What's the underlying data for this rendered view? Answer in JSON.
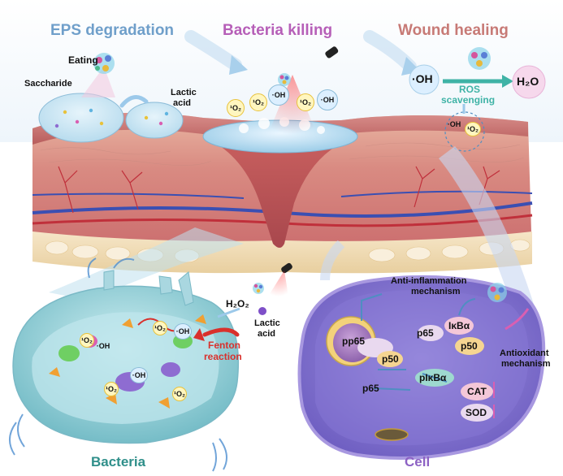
{
  "headers": {
    "eps_degradation": "EPS degradation",
    "bacteria_killing": "Bacteria killing",
    "wound_healing": "Wound healing"
  },
  "labels": {
    "eating": "Eating",
    "saccharide": "Saccharide",
    "lactic_acid_top_line1": "Lactic",
    "lactic_acid_top_line2": "acid",
    "hydroxyl": "·OH",
    "singlet_oxygen": "¹O₂",
    "water": "H₂O",
    "ros_line1": "ROS",
    "ros_line2": "scavenging",
    "h2o2": "H₂O₂",
    "lactic_acid_mid_line1": "Lactic",
    "lactic_acid_mid_line2": "acid",
    "fenton_line1": "Fenton",
    "fenton_line2": "reaction",
    "anti_inflammation_line1": "Anti-inflammation",
    "anti_inflammation_line2": "mechanism",
    "antioxidant_line1": "Antioxidant",
    "antioxidant_line2": "mechanism",
    "bacteria": "Bacteria",
    "cell": "Cell"
  },
  "proteins": {
    "pp65": "pp65",
    "p65_a": "p65",
    "p50_a": "p50",
    "p65_b": "p65",
    "ikba": "IκBα",
    "p50_b": "p50",
    "pikba": "pIκBα",
    "cat": "CAT",
    "sod": "SOD"
  },
  "colors": {
    "eps_header": "#6f9fca",
    "bacteria_header": "#b65fb8",
    "wound_header": "#c77a76",
    "ros_teal": "#3fb3a6",
    "fenton_red": "#d9302c",
    "bacteria_label": "#2f8f8a",
    "cell_label": "#8d62c4"
  }
}
